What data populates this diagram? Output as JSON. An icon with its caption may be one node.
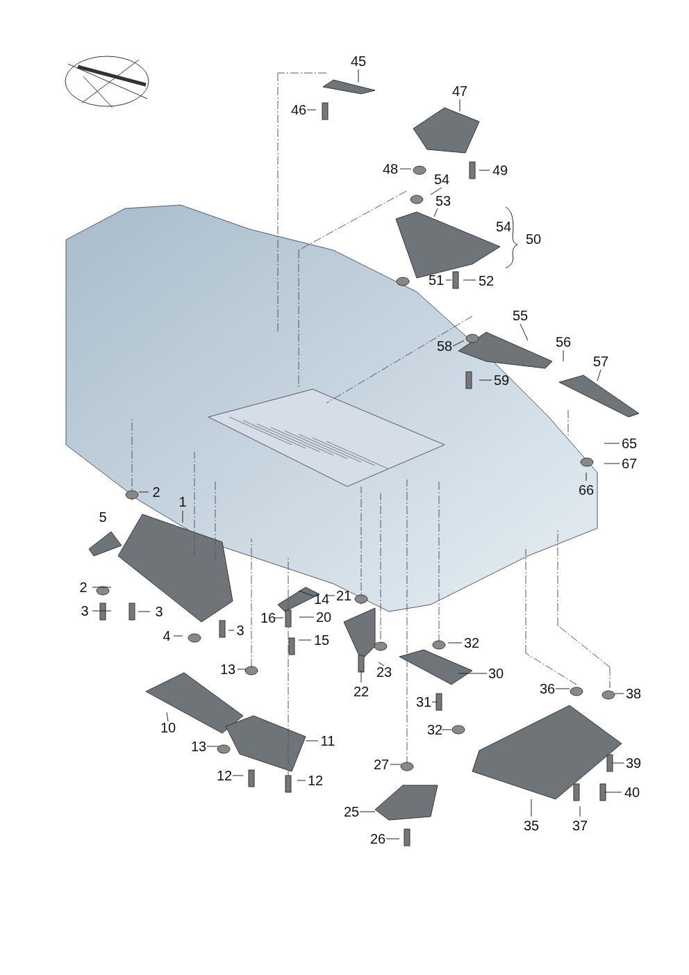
{
  "diagram": {
    "labels": [
      "45",
      "47",
      "46",
      "48",
      "49",
      "54",
      "53",
      "54",
      "50",
      "51",
      "52",
      "55",
      "56",
      "58",
      "57",
      "59",
      "65",
      "67",
      "66",
      "2",
      "1",
      "5",
      "2",
      "21",
      "14",
      "3",
      "3",
      "20",
      "16",
      "3",
      "4",
      "15",
      "32",
      "13",
      "23",
      "30",
      "36",
      "22",
      "38",
      "31",
      "10",
      "32",
      "11",
      "13",
      "39",
      "27",
      "12",
      "12",
      "40",
      "25",
      "35",
      "37",
      "26"
    ]
  }
}
